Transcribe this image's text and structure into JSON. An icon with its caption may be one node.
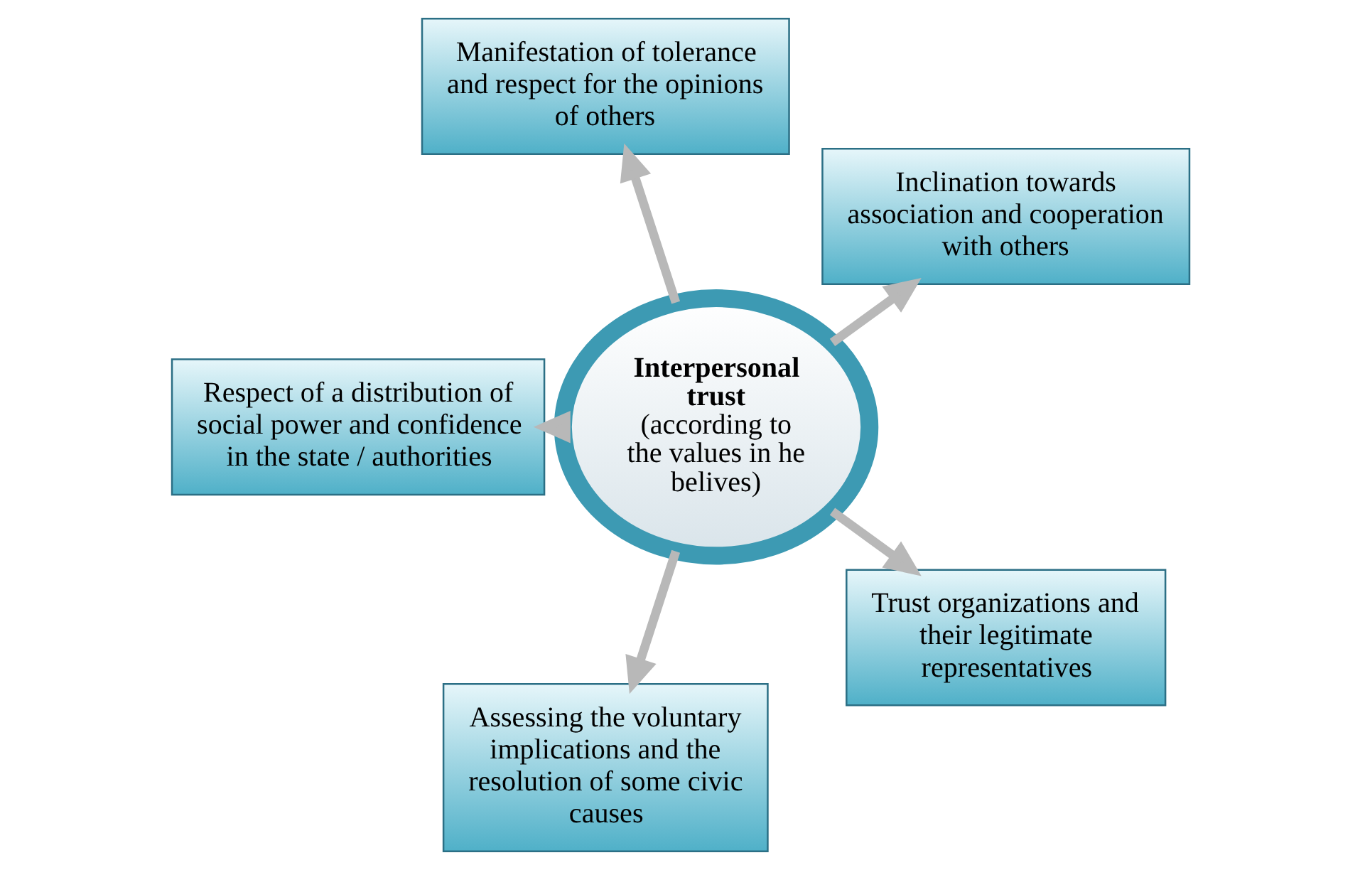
{
  "diagram": {
    "nodes": [
      {
        "text": [
          "Interpersonal trust",
          "(according to the values in he belives)"
        ]
      },
      {
        "text": [
          "Inclination towards association and cooperation with others"
        ]
      },
      {
        "text": [
          "Manifestation of tolerance and respect for the opinions of others"
        ]
      },
      {
        "text": [
          "Respect of a distribution of social power and confidence in the state / authorities"
        ]
      },
      {
        "text": [
          "Assessing the voluntary implications and the resolution of some civic causes"
        ]
      },
      {
        "text": [
          "Trust organizations and their legitimate representatives"
        ]
      }
    ],
    "edges": [
      {
        "from": 0,
        "to": 1,
        "arrow": "to"
      },
      {
        "from": 0,
        "to": 2,
        "arrow": "to"
      },
      {
        "from": 0,
        "to": 3,
        "arrow": "to"
      },
      {
        "from": 0,
        "to": 4,
        "arrow": "to"
      },
      {
        "from": 0,
        "to": 5,
        "arrow": "to"
      }
    ]
  }
}
